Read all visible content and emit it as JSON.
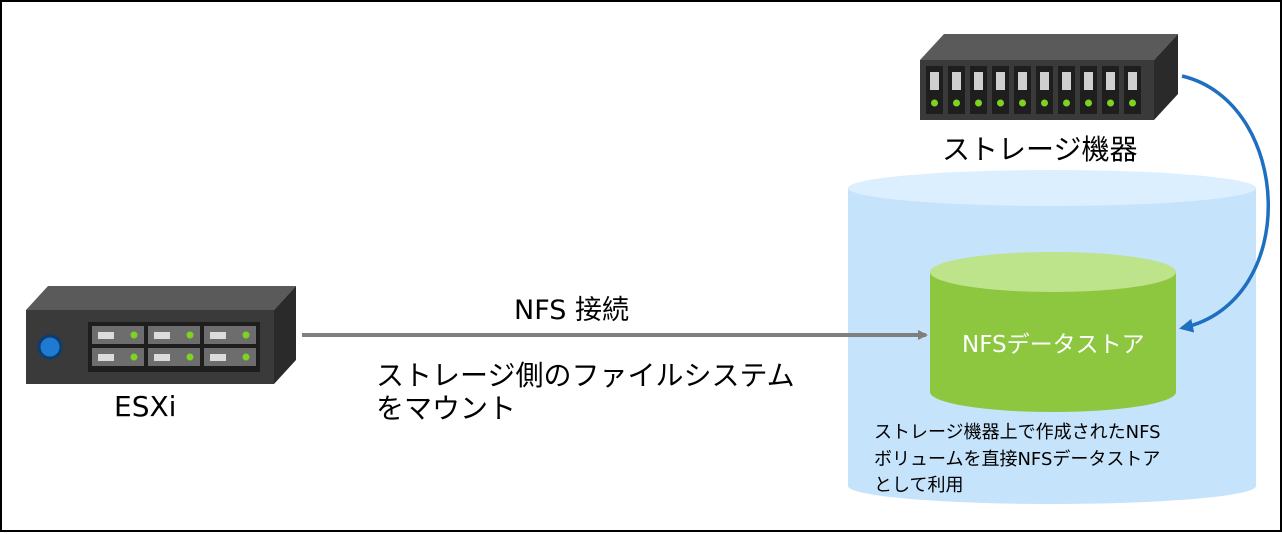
{
  "labels": {
    "esxi": "ESXi",
    "connection": "NFS 接続",
    "mount_line1": "ストレージ側のファイルシステム",
    "mount_line2": "をマウント",
    "storage_device": "ストレージ機器",
    "datastore": "NFSデータストア",
    "description_line1": "ストレージ機器上で作成されたNFS",
    "description_line2": "ボリュームを直接NFSデータストア",
    "description_line3": "として利用"
  },
  "colors": {
    "server_dark": "#3a3a3a",
    "led_green": "#7ed321",
    "power_button": "#1f7ad1",
    "arrow_gray": "#7f7f7f",
    "arrow_blue": "#1f6fc1",
    "storage_pool_blue": "#c5e3fb",
    "datastore_green": "#8dc63f"
  },
  "icons": {
    "esxi": "server-icon",
    "storage": "storage-array-icon"
  }
}
